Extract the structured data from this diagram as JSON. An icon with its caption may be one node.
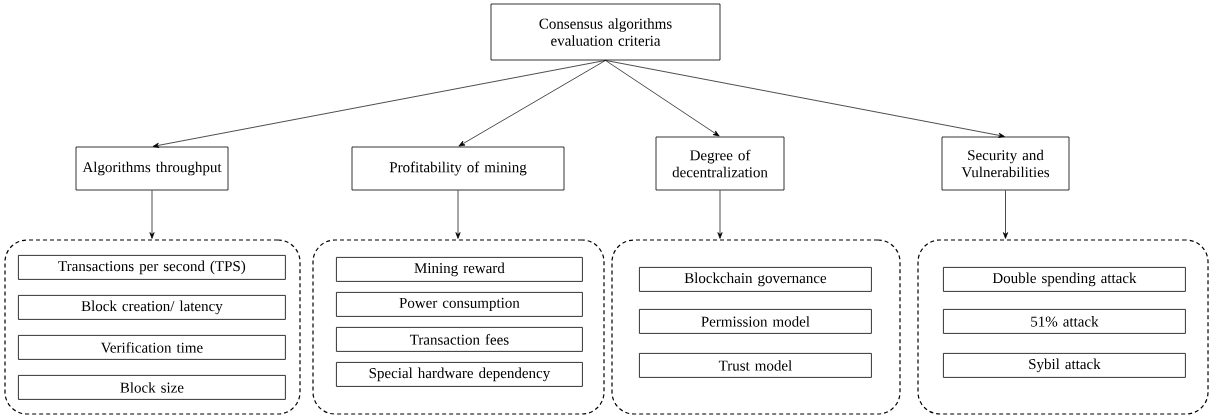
{
  "diagram": {
    "nodes": [
      {
        "text": [
          "Consensus algorithms evaluation criteria"
        ]
      },
      {
        "text": [
          "Algorithms throughput"
        ]
      },
      {
        "text": [
          "Profitability of mining"
        ]
      },
      {
        "text": [
          "Degree of decentralization"
        ]
      },
      {
        "text": [
          "Security and Vulnerabilities"
        ]
      },
      {
        "text": [],
        "shape": "box"
      },
      {
        "text": [
          "Transactions per second (TPS)"
        ],
        "in": 5
      },
      {
        "text": [
          "Block creation/ latency"
        ],
        "in": 5
      },
      {
        "text": [
          "Verification time"
        ],
        "in": 5
      },
      {
        "text": [
          "Block size"
        ],
        "in": 5
      },
      {
        "text": [],
        "shape": "box"
      },
      {
        "text": [
          "Mining reward"
        ],
        "in": 10
      },
      {
        "text": [
          "Power consumption"
        ],
        "in": 10
      },
      {
        "text": [
          "Transaction fees"
        ],
        "in": 10
      },
      {
        "text": [
          "Special hardware dependency"
        ],
        "in": 10
      },
      {
        "text": [],
        "shape": "box"
      },
      {
        "text": [
          "Blockchain governance"
        ],
        "in": 15
      },
      {
        "text": [
          "Permission model"
        ],
        "in": 15
      },
      {
        "text": [
          "Trust model"
        ],
        "in": 15
      },
      {
        "text": [],
        "shape": "box"
      },
      {
        "text": [
          "Double spending attack"
        ],
        "in": 19
      },
      {
        "text": [
          "51% attack"
        ],
        "in": 19
      },
      {
        "text": [
          "Sybil attack"
        ],
        "in": 19
      }
    ],
    "edges": [
      {
        "from": 0,
        "to": 1,
        "arrow": "to"
      },
      {
        "from": 0,
        "to": 2,
        "arrow": "to"
      },
      {
        "from": 0,
        "to": 3,
        "arrow": "to"
      },
      {
        "from": 0,
        "to": 4,
        "arrow": "to"
      },
      {
        "from": 1,
        "to": 5,
        "arrow": "to"
      },
      {
        "from": 2,
        "to": 10,
        "arrow": "to"
      },
      {
        "from": 3,
        "to": 15,
        "arrow": "to"
      },
      {
        "from": 4,
        "to": 19,
        "arrow": "to"
      }
    ]
  }
}
